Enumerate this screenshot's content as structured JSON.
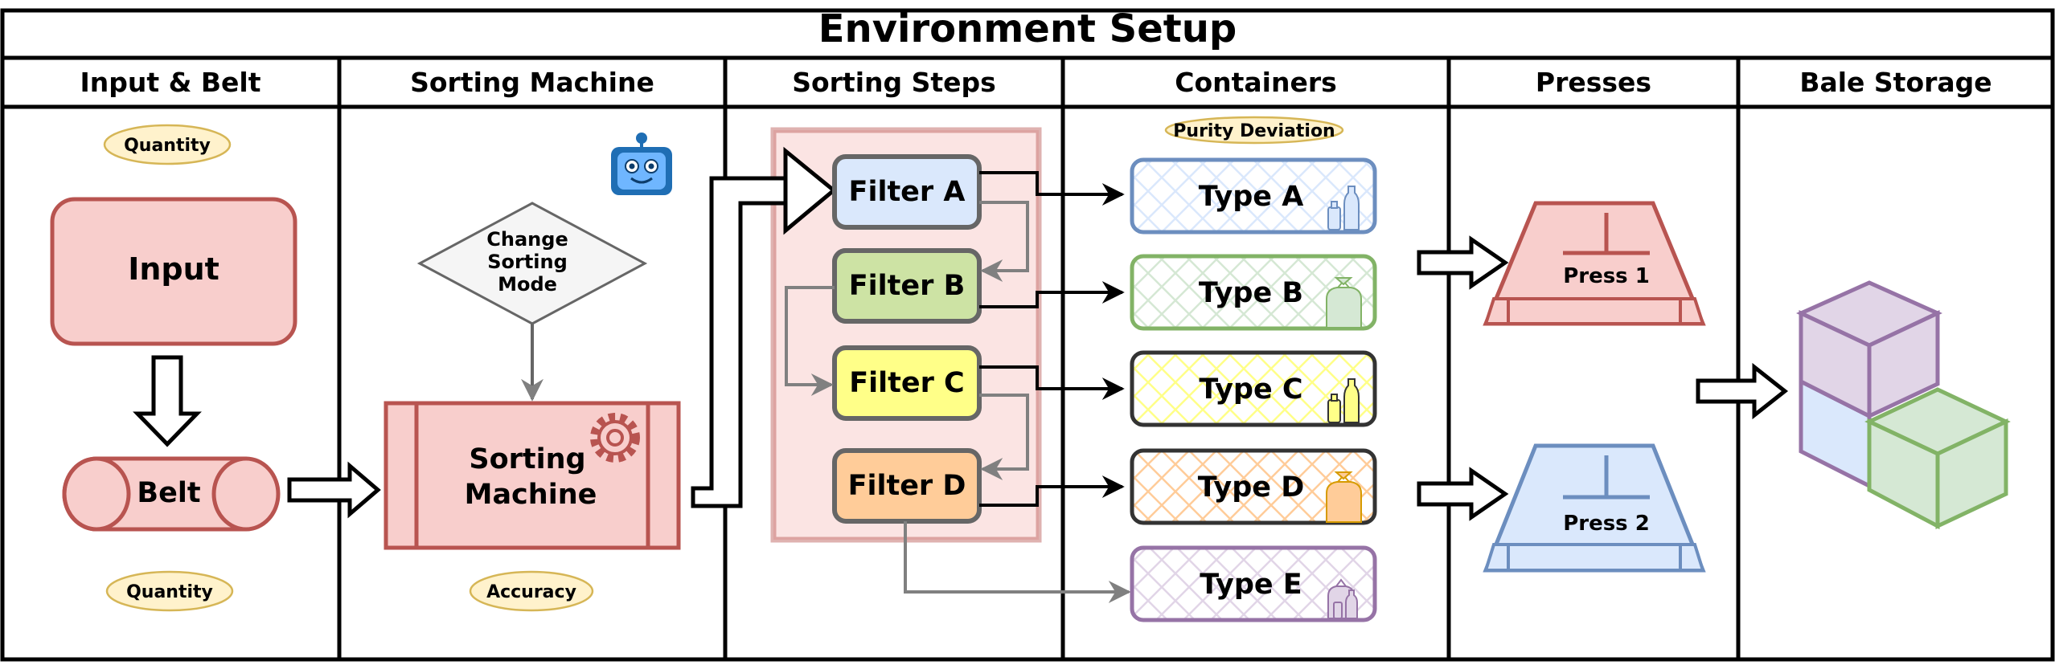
{
  "title": "Environment Setup",
  "lanes": [
    {
      "id": "input-belt",
      "label": "Input & Belt"
    },
    {
      "id": "sorting-machine",
      "label": "Sorting Machine"
    },
    {
      "id": "sorting-steps",
      "label": "Sorting Steps"
    },
    {
      "id": "containers",
      "label": "Containers"
    },
    {
      "id": "presses",
      "label": "Presses"
    },
    {
      "id": "bale-storage",
      "label": "Bale Storage"
    }
  ],
  "input": {
    "box_label": "Input",
    "belt_label": "Belt",
    "quantity_top": "Quantity",
    "quantity_bottom": "Quantity"
  },
  "machine": {
    "decision_lines": [
      "Change",
      "Sorting",
      "Mode"
    ],
    "machine_lines": [
      "Sorting",
      "Machine"
    ],
    "accuracy": "Accuracy"
  },
  "filters": [
    "Filter A",
    "Filter B",
    "Filter C",
    "Filter D"
  ],
  "containers": {
    "purity_label": "Purity Deviation",
    "items": [
      "Type A",
      "Type B",
      "Type C",
      "Type D",
      "Type E"
    ]
  },
  "presses": [
    "Press 1",
    "Press 2"
  ],
  "colors": {
    "red_fill": "#f8cecc",
    "red_stroke": "#b85450",
    "blue_fill": "#dae8fc",
    "blue_stroke": "#6c8ebf",
    "green_fill": "#d5e8d4",
    "green_stroke": "#82b366",
    "yellow_fill": "#fff2cc",
    "yellow_stroke": "#d6b656",
    "filter_c_fill": "#ffff88",
    "orange_fill": "#ffcc99",
    "orange_stroke": "#d79b00",
    "purple_fill": "#e1d5e7",
    "purple_stroke": "#9673a6",
    "gray_line": "#808080",
    "robot": "#1f6eb4"
  }
}
